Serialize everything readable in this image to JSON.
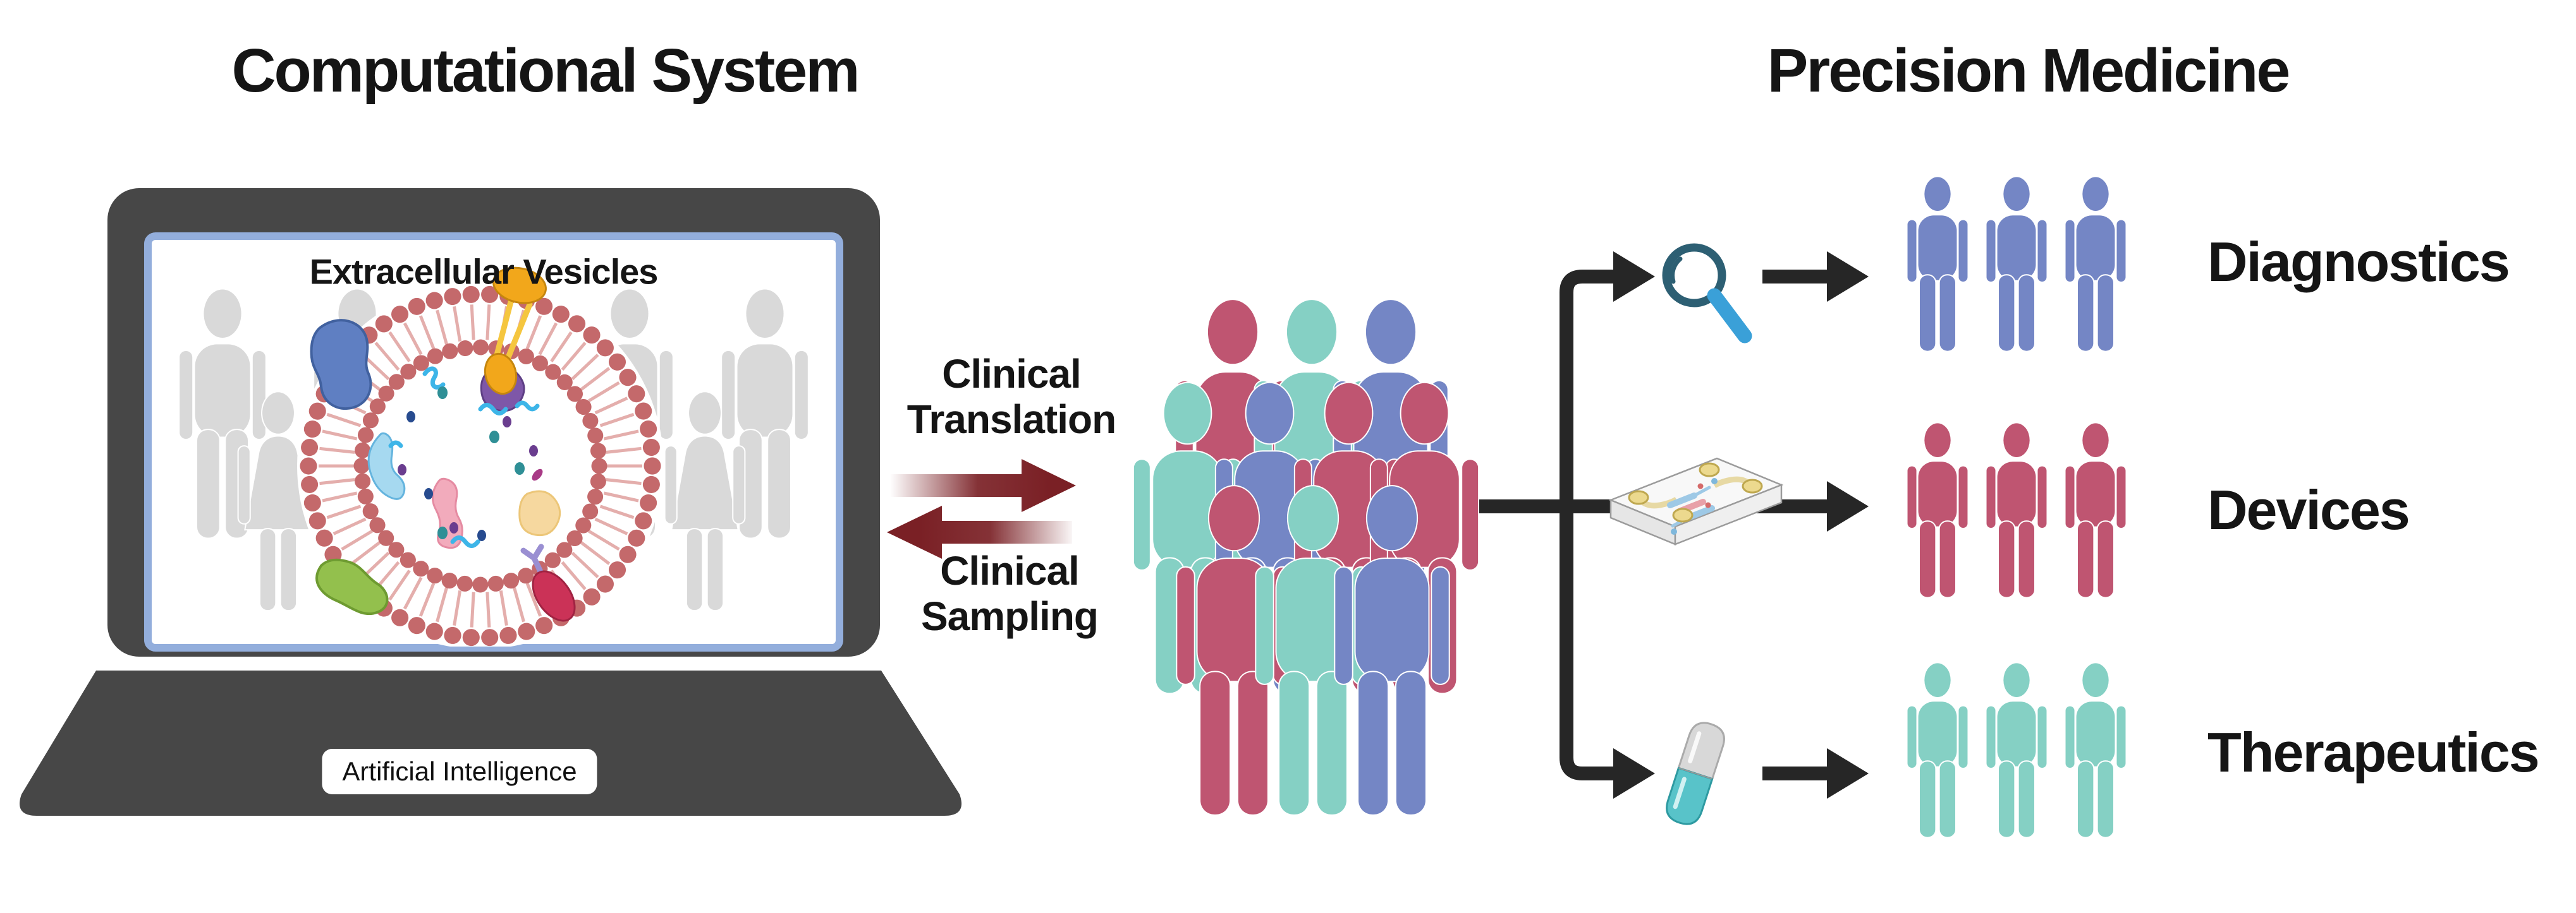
{
  "titles": {
    "left": "Computational System",
    "right": "Precision Medicine"
  },
  "laptop": {
    "screen_title": "Extracellular Vesicles",
    "base_label": "Artificial Intelligence",
    "background_people_count": 7
  },
  "flow": {
    "forward": {
      "line1": "Clinical",
      "line2": "Translation"
    },
    "backward": {
      "line1": "Clinical",
      "line2": "Sampling"
    }
  },
  "crowd": {
    "rows": [
      {
        "colors": [
          "crimson",
          "teal",
          "blue"
        ]
      },
      {
        "colors": [
          "teal",
          "blue",
          "crimson",
          "crimson"
        ]
      },
      {
        "colors": [
          "crimson",
          "teal",
          "blue"
        ]
      }
    ]
  },
  "branches": [
    {
      "label": "Diagnostics",
      "icon": "magnifying-glass-icon",
      "people_color": "blue",
      "people_count": 3
    },
    {
      "label": "Devices",
      "icon": "organ-on-chip-icon",
      "people_color": "crimson",
      "people_count": 3
    },
    {
      "label": "Therapeutics",
      "icon": "pill-capsule-icon",
      "people_color": "teal",
      "people_count": 3
    }
  ],
  "colors": {
    "crimson": "#bf5571",
    "teal": "#85d0c4",
    "blue": "#7486c5",
    "arrow_maroon": "#7a2025",
    "connector_black": "#262626",
    "background_person_gray": "#d9d9d9",
    "laptop_gray": "#474747",
    "screen_border_blue": "#93aedc",
    "membrane_rose": "#c4696b",
    "magnifier_rim_teal": "#2d5f73",
    "magnifier_handle_blue": "#3aa0d8",
    "pill_teal": "#58c3c9"
  }
}
